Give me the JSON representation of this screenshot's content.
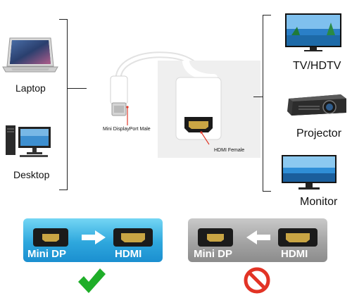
{
  "left_devices": [
    {
      "label": "Laptop",
      "icon": "laptop-icon"
    },
    {
      "label": "Desktop",
      "icon": "desktop-computer-icon"
    }
  ],
  "right_devices": [
    {
      "label": "TV/HDTV",
      "icon": "tv-icon"
    },
    {
      "label": "Projector",
      "icon": "projector-icon"
    },
    {
      "label": "Monitor",
      "icon": "monitor-icon"
    }
  ],
  "connectors": {
    "male_caption": "Mini DisplayPort Male",
    "female_caption": "HDMI Female"
  },
  "compatibility": {
    "supported": {
      "from": "Mini DP",
      "to": "HDMI",
      "direction_icon": "arrow-right-icon",
      "status_icon": "checkmark-icon",
      "status_color": "#1fae29"
    },
    "unsupported": {
      "from": "Mini DP",
      "to": "HDMI",
      "direction_icon": "arrow-left-icon",
      "status_icon": "prohibited-icon",
      "status_color": "#e23325"
    }
  },
  "colors": {
    "supported_panel": "#2ea7dd",
    "unsupported_panel": "#a3a3a3"
  }
}
